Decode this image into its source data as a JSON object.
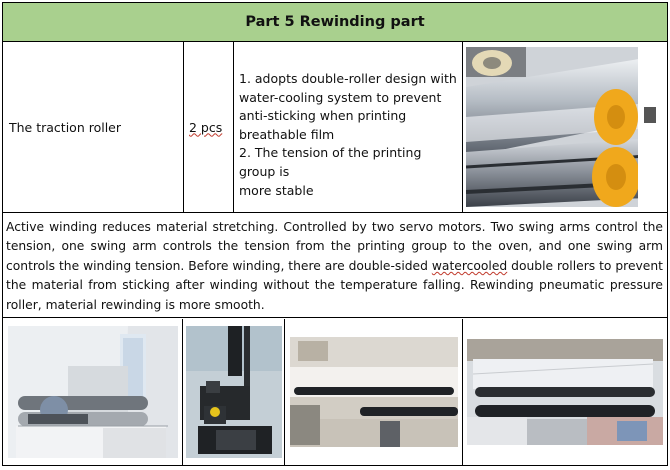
{
  "header": {
    "title": "Part 5 Rewinding part"
  },
  "row": {
    "name": "The traction roller",
    "qty": "2 pcs",
    "features": [
      "1.  adopts double-roller design with",
      "water-cooling system to prevent",
      "anti-sticking when printing",
      "breathable film",
      "2. The tension of the printing group is",
      "more stable"
    ]
  },
  "description": {
    "before": "Active winding reduces material stretching. Controlled by two servo motors. Two swing arms control the tension, one swing arm controls the tension from the printing group to the oven, and one swing arm controls the winding tension. Before winding, there are double-sided ",
    "marked": "watercooled",
    "after": " double rollers to prevent the material from sticking after winding without the temperature falling. Rewinding pneumatic pressure roller, material rewinding is more smooth."
  }
}
